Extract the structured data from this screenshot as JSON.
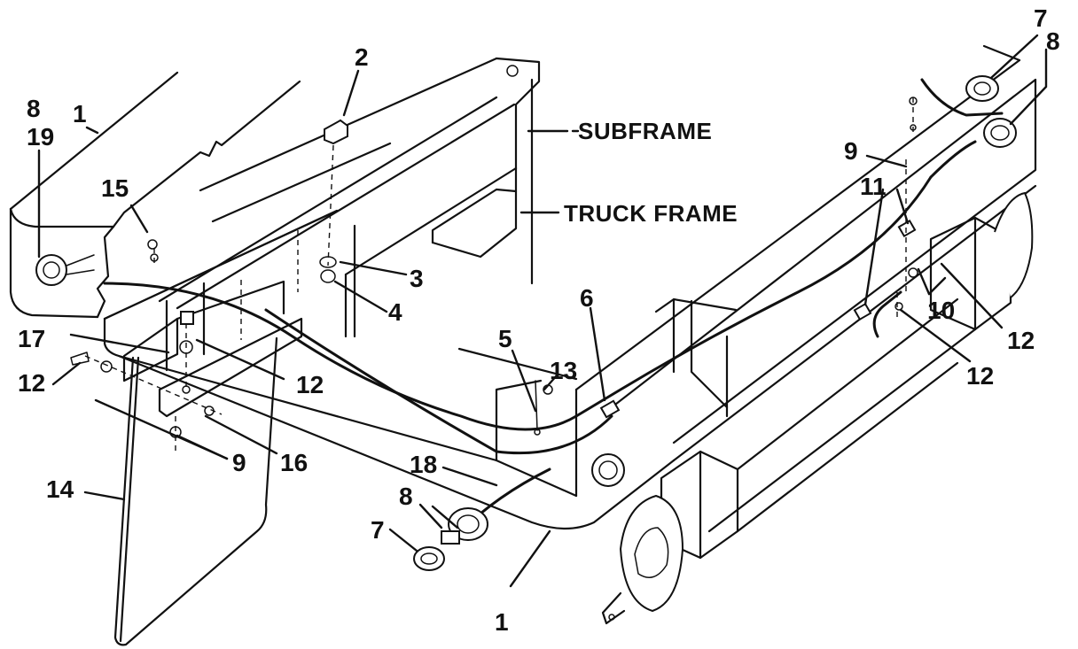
{
  "labels": {
    "subframe": "SUBFRAME",
    "truck_frame": "TRUCK FRAME"
  },
  "callouts": [
    {
      "id": "c1a",
      "text": "1"
    },
    {
      "id": "c1b",
      "text": "1"
    },
    {
      "id": "c2",
      "text": "2"
    },
    {
      "id": "c3",
      "text": "3"
    },
    {
      "id": "c4",
      "text": "4"
    },
    {
      "id": "c5",
      "text": "5"
    },
    {
      "id": "c6",
      "text": "6"
    },
    {
      "id": "c7a",
      "text": "7"
    },
    {
      "id": "c7b",
      "text": "7"
    },
    {
      "id": "c8a",
      "text": "8"
    },
    {
      "id": "c8b",
      "text": "8"
    },
    {
      "id": "c8c",
      "text": "8"
    },
    {
      "id": "c9a",
      "text": "9"
    },
    {
      "id": "c9b",
      "text": "9"
    },
    {
      "id": "c10",
      "text": "10"
    },
    {
      "id": "c11",
      "text": "11"
    },
    {
      "id": "c12a",
      "text": "12"
    },
    {
      "id": "c12b",
      "text": "12"
    },
    {
      "id": "c12c",
      "text": "12"
    },
    {
      "id": "c12d",
      "text": "12"
    },
    {
      "id": "c13",
      "text": "13"
    },
    {
      "id": "c14",
      "text": "14"
    },
    {
      "id": "c15",
      "text": "15"
    },
    {
      "id": "c16",
      "text": "16"
    },
    {
      "id": "c17",
      "text": "17"
    },
    {
      "id": "c18",
      "text": "18"
    },
    {
      "id": "c19",
      "text": "19"
    }
  ]
}
